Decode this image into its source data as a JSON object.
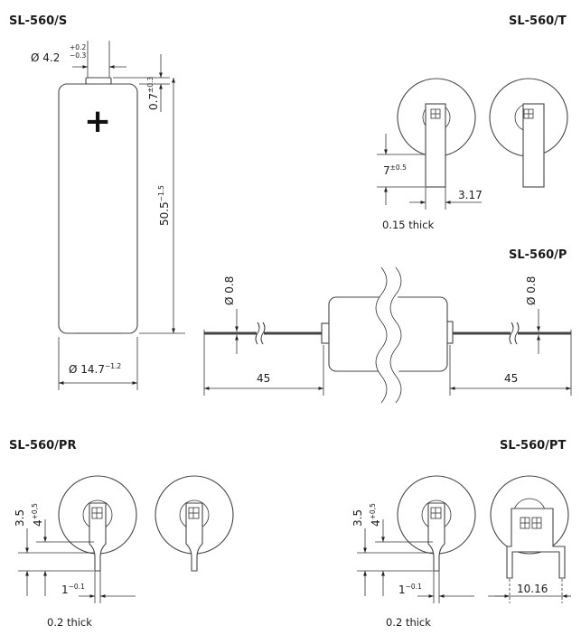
{
  "views": {
    "s": {
      "title": "SL-560/S",
      "plus": "+",
      "dia_tab": {
        "main": "Ø 4.2",
        "upper": "+0.2",
        "lower": "−0.3"
      },
      "cap_h": {
        "main": "0.7",
        "tol": "±0.3"
      },
      "length": {
        "main": "50.5",
        "tol": "−1.5"
      },
      "dia_cell": {
        "main": "Ø 14.7",
        "tol": "−1.2"
      }
    },
    "t": {
      "title": "SL-560/T",
      "tab_len": {
        "main": "7",
        "tol": "±0.5"
      },
      "tab_w": "3.17",
      "thick": "0.15 thick"
    },
    "p": {
      "title": "SL-560/P",
      "wire_dia_left": "Ø 0.8",
      "wire_dia_right": "Ø 0.8",
      "lead_left": "45",
      "lead_right": "45"
    },
    "pr": {
      "title": "SL-560/PR",
      "h1": "3.5",
      "h2": {
        "main": "4",
        "tol": "+0,5"
      },
      "pin_w": {
        "main": "1",
        "tol": "−0.1"
      },
      "thick": "0.2 thick"
    },
    "pt": {
      "title": "SL-560/PT",
      "h1": "3.5",
      "h2": {
        "main": "4",
        "tol": "+0,5"
      },
      "pin_w": {
        "main": "1",
        "tol": "−0.1"
      },
      "pitch": "10.16",
      "thick": "0.2 thick"
    }
  }
}
